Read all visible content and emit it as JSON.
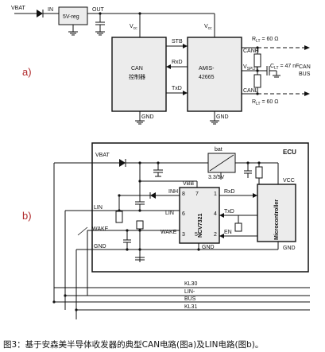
{
  "section_a": "a)",
  "section_b": "b)",
  "caption": "图3：基于安森美半导体收发器的典型CAN电路(图a)及LIN电路(图b)。",
  "circuit_a": {
    "vbat": "VBAT",
    "in": "IN",
    "out": "OUT",
    "regulator": "5V-reg",
    "vcc_left": "V",
    "vcc_left_sub": "cc",
    "vcc_right": "V",
    "vcc_right_sub": "cc",
    "can_controller_line1": "CAN",
    "can_controller_line2": "控制器",
    "transceiver_line1": "AMIS-",
    "transceiver_line2": "42665",
    "stb": "STB",
    "rxd": "RxD",
    "txd": "TxD",
    "canh": "CANH",
    "canl": "CANL",
    "vsplit": "V",
    "vsplit_sub": "SPLIT",
    "rlt_top": "R",
    "rlt_top_sub": "LT",
    "rlt_top_value": " = 60 Ω",
    "clt": "C",
    "clt_sub": "LT",
    "clt_value": " = 47 nF",
    "rlt_bottom": "R",
    "rlt_bottom_sub": "LT",
    "rlt_bottom_value": " = 60 Ω",
    "can_bus_line1": "CAN",
    "can_bus_line2": "BUS",
    "gnd_ctrl": "GND",
    "gnd_xcvr": "GND"
  },
  "circuit_b": {
    "vbat": "VBAT",
    "ecu": "ECU",
    "bat": "bat",
    "reg": "3.3/5V",
    "vbb": "VBB",
    "inh": "INH",
    "lin_left": "LIN",
    "lin_pin": "LIN",
    "wake_left": "WAKE",
    "wake_pin": "WAKE",
    "gnd_left": "GND",
    "gnd_chip": "GND",
    "gnd_mcu": "GND",
    "rxd": "RxD",
    "txd": "TxD",
    "en": "EN",
    "vcc": "VCC",
    "chip": "NCV7321",
    "mcu": "Microcontroller",
    "pin8": "8",
    "pin7": "7",
    "pin6": "6",
    "pin3": "3",
    "pin1": "1",
    "pin4": "4",
    "pin5": "5",
    "pin2": "2",
    "kl30": "KL30",
    "lin_bus_line1": "LIN-",
    "lin_bus_line2": "BUS",
    "kl31": "KL31"
  }
}
